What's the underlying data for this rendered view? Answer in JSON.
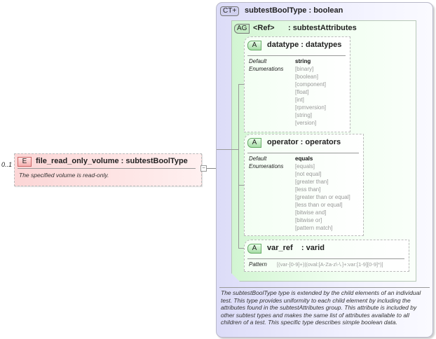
{
  "element": {
    "occurrence": "0..1",
    "badge": "E",
    "title": "file_read_only_volume : subtestBoolType",
    "description": "The specified volume is read-only.",
    "collapse_symbol": "−"
  },
  "complex_type": {
    "badge": "CT+",
    "title": "subtestBoolType : boolean",
    "description": "The subtestBoolType type is extended by the child elements of an individual test.  This type provides uniformity to each child element by including the attributes found in the subtestAttributes group.  This attribute is included by other subtest types and makes the same list of attributes available to all children of a test.  This specific type describes simple boolean data."
  },
  "attribute_group": {
    "badge": "AG",
    "ref": "<Ref>",
    "name": ": subtestAttributes"
  },
  "attributes": [
    {
      "badge": "A",
      "title": "datatype : datatypes",
      "default_label": "Default",
      "enum_label": "Enumerations",
      "default": "string",
      "enumerations": [
        "[binary]",
        "[boolean]",
        "[component]",
        "[float]",
        "[int]",
        "[rpmversion]",
        "[string]",
        "[version]"
      ]
    },
    {
      "badge": "A",
      "title": "operator : operators",
      "default_label": "Default",
      "enum_label": "Enumerations",
      "default": "equals",
      "enumerations": [
        "[equals]",
        "[not equal]",
        "[greater than]",
        "[less than]",
        "[greater than or equal]",
        "[less than or equal]",
        "[bitwise and]",
        "[bitwise or]",
        "[pattern match]"
      ]
    },
    {
      "badge": "A",
      "title": "var_ref    : varid",
      "pattern_label": "Pattern",
      "pattern": "[(var-[0-9]+)|(oval:[A-Za-z\\-\\.]+:var:[1-9][0-9]*)]"
    }
  ]
}
